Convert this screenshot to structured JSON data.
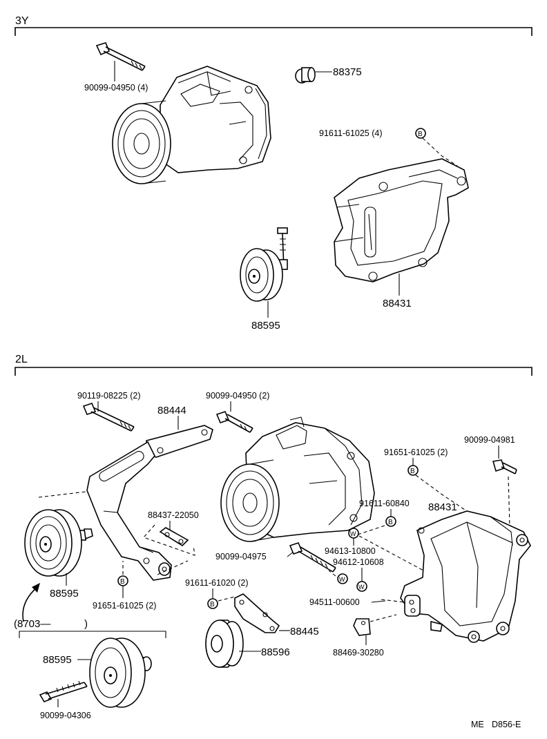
{
  "sections": [
    {
      "id": "3Y",
      "label": "3Y"
    },
    {
      "id": "2L",
      "label": "2L"
    }
  ],
  "parts_3y": {
    "bolt_compressor": "90099-04950 (4)",
    "plug": "88375",
    "bolt_bracket": "91611-61025 (4)",
    "bracket": "88431",
    "idler_pulley": "88595"
  },
  "parts_2l": {
    "bolt_adjust": "90119-08225 (2)",
    "adjust_bar": "88444",
    "bolt_compressor": "90099-04950 (2)",
    "plate": "88437-22050",
    "idler_pulley": "88595",
    "bolt_lower": "91651-61025 (2)",
    "range_label": "(8703—",
    "range_close": ")",
    "idler_pulley_alt": "88595",
    "bolt_pulley": "90099-04306",
    "bolt_bracket_b": "91651-61025 (2)",
    "bolt_top_right": "90099-04981",
    "bolt_b2": "91611-60840",
    "bracket": "88431",
    "washer_1": "94613-10800",
    "washer_2": "94612-10608",
    "bolt_long": "90099-04975",
    "bolt_b3": "91611-61020 (2)",
    "nut": "94511-00600",
    "plate_small": "88445",
    "pulley_small": "88596",
    "clip": "88469-30280"
  },
  "callouts": {
    "b": "B",
    "w": "W"
  },
  "footer": {
    "code_prefix": "ME",
    "code": "D856-E"
  }
}
